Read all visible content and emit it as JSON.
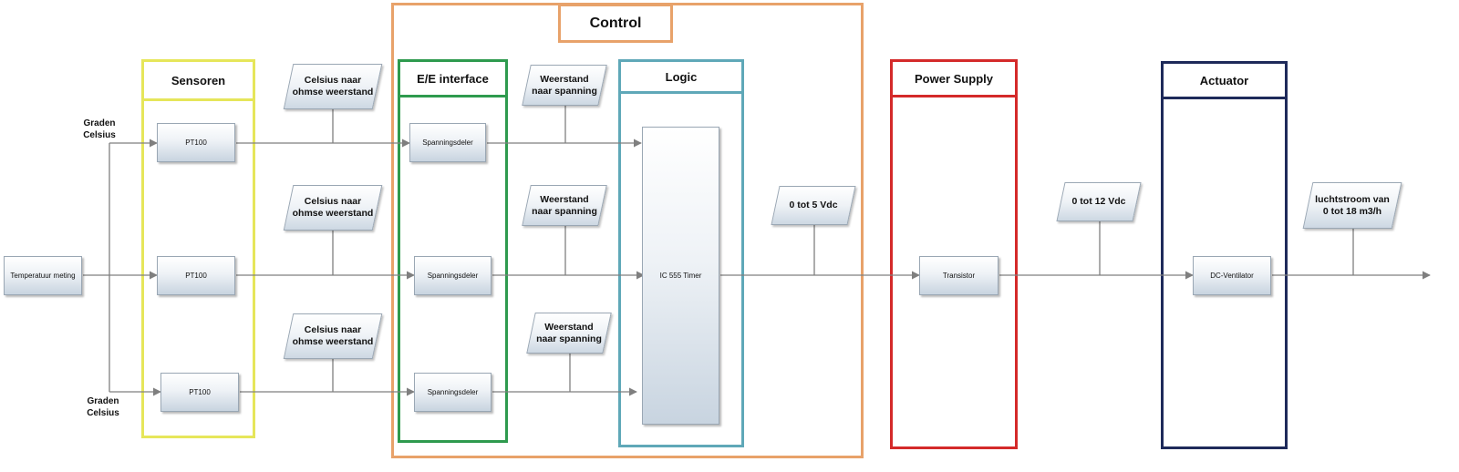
{
  "groups": {
    "control": {
      "label": "Control",
      "color": "#e8a26a"
    },
    "sensoren": {
      "label": "Sensoren",
      "color": "#e6e65a"
    },
    "ee_interface": {
      "label": "E/E interface",
      "color": "#2e9a4e"
    },
    "logic": {
      "label": "Logic",
      "color": "#5fa8b8"
    },
    "power_supply": {
      "label": "Power Supply",
      "color": "#d42a2a"
    },
    "actuator": {
      "label": "Actuator",
      "color": "#1e2a5a"
    }
  },
  "blocks": {
    "temperatuur_meting": "Temperatuur meting",
    "pt100_1": "PT100",
    "pt100_2": "PT100",
    "pt100_3": "PT100",
    "spanningsdeler_1": "Spanningsdeler",
    "spanningsdeler_2": "Spanningsdeler",
    "spanningsdeler_3": "Spanningsdeler",
    "ic555": "IC 555 Timer",
    "transistor": "Transistor",
    "dc_ventilator": "DC-Ventilator"
  },
  "notes": {
    "celsius_1": "Celsius naar\nohmse weerstand",
    "celsius_2": "Celsius naar\nohmse weerstand",
    "celsius_3": "Celsius naar\nohmse weerstand",
    "weerstand_1": "Weerstand\nnaar spanning",
    "weerstand_2": "Weerstand\nnaar spanning",
    "weerstand_3": "Weerstand\nnaar spanning",
    "vdc_5": "0 tot 5 Vdc",
    "vdc_12": "0 tot 12 Vdc",
    "luchtstroom": "luchtstroom  van\n0 tot 18 m3/h"
  },
  "labels": {
    "graden_celsius_top": "Graden\nCelsius",
    "graden_celsius_bottom": "Graden\nCelsius"
  },
  "colors": {
    "line": "#7f7f7f"
  }
}
